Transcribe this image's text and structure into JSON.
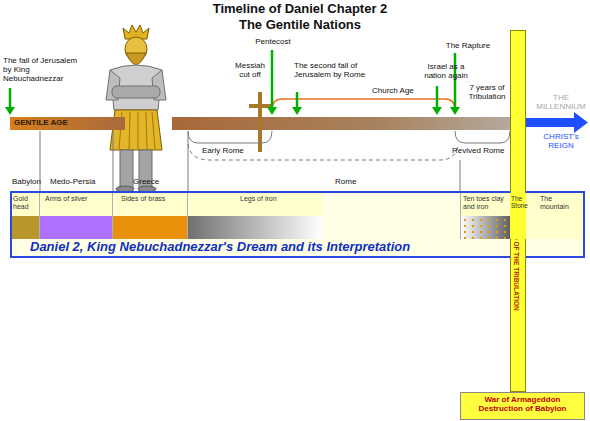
{
  "diagram": {
    "title": "Timeline of Daniel Chapter 2",
    "nodes": [
      {
        "text": [
          "GENTILE AGE"
        ]
      },
      {
        "text": [
          "THE MILLENNIUM",
          "CHRIST's REIGN"
        ]
      },
      {
        "text": [
          "END OF THE TRIBULATION"
        ]
      },
      {
        "text": [
          "Daniel 2, King Nebuchadnezzar's Dream and its Interpretation"
        ]
      },
      {
        "text": [
          "Gold head"
        ],
        "in": 3
      },
      {
        "text": [
          "Arms of silver"
        ],
        "in": 3
      },
      {
        "text": [
          "Sides of brass"
        ],
        "in": 3
      },
      {
        "text": [
          "Legs of iron"
        ],
        "in": 3
      },
      {
        "text": [
          "Ten toes clay and iron"
        ],
        "in": 3
      },
      {
        "text": [
          "The Stone"
        ],
        "in": 3
      },
      {
        "text": [
          "The mountain"
        ],
        "in": 3
      },
      {
        "text": [
          "War of Armageddon Destruction of Babylon"
        ]
      }
    ],
    "labels": [
      "The Gentile Nations",
      "The fall of Jerusalem by King Nebuchadnezzar",
      "Messiah cut off",
      "Pentecost",
      "The second fall of Jerusalem by Rome",
      "Church Age",
      "Israel as a nation again",
      "The Rapture",
      "7 years of Tribulation",
      "Early Rome",
      "Revived Rome",
      "Babylon",
      "Medo-Persia",
      "Greece",
      "Rome"
    ]
  }
}
